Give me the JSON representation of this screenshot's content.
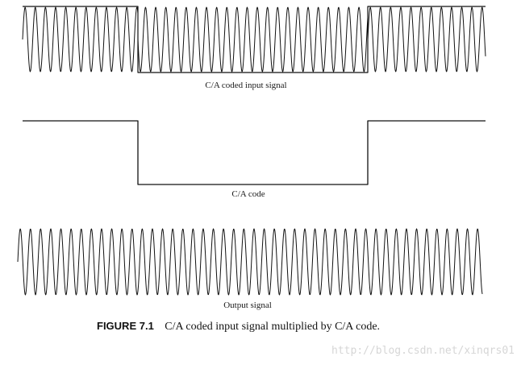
{
  "figure": {
    "panels": [
      {
        "id": "input",
        "label": "C/A coded input signal"
      },
      {
        "id": "code",
        "label": "C/A code"
      },
      {
        "id": "output",
        "label": "Output signal"
      }
    ],
    "caption": {
      "number": "FIGURE 7.1",
      "text": "C/A coded input signal multiplied by C/A code."
    }
  },
  "watermark": "http://blog.csdn.net/xinqrs01",
  "colors": {
    "ink": "#111111",
    "watermark": "#d6d6d6",
    "background": "#ffffff"
  }
}
